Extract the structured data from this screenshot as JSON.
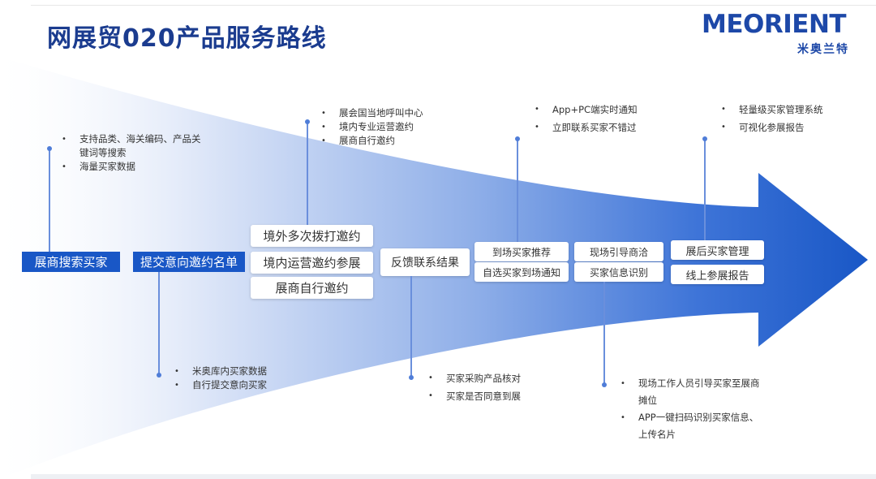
{
  "title": "网展贸020产品服务路线",
  "logo": {
    "en": "MEORIENT",
    "cn": "米奥兰特"
  },
  "colors": {
    "accent": "#1957c6",
    "title": "#1b3c8f",
    "connector": "#6a8fdc"
  },
  "stages": {
    "search": "展商搜索买家",
    "submit": "提交意向邀约名单",
    "invite": [
      "境外多次拨打邀约",
      "境内运营邀约参展",
      "展商自行邀约"
    ],
    "feedback": "反馈联系结果",
    "notify": [
      "到场买家推荐",
      "自选买家到场通知"
    ],
    "onsite": [
      "现场引导商洽",
      "买家信息识别"
    ],
    "post": [
      "展后买家管理",
      "线上参展报告"
    ]
  },
  "notes": {
    "search": [
      "支持品类、海关编码、产品关键词等搜索",
      "海量买家数据"
    ],
    "submit": [
      "米奥库内买家数据",
      "自行提交意向买家"
    ],
    "invite": [
      "展会国当地呼叫中心",
      "境内专业运营邀约",
      "展商自行邀约"
    ],
    "feedback": [
      "买家采购产品核对",
      "买家是否同意到展"
    ],
    "notify": [
      "App+PC端实时通知",
      "立即联系买家不错过"
    ],
    "onsite": [
      "现场工作人员引导买家至展商摊位",
      "APP一键扫码识别买家信息、上传名片"
    ],
    "post": [
      "轻量级买家管理系统",
      "可视化参展报告"
    ]
  }
}
